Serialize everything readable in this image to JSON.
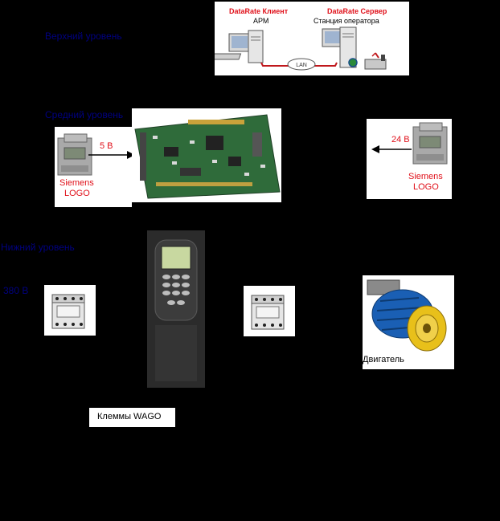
{
  "levels": {
    "top": "Верхний уровень",
    "middle": "Средний уровень",
    "bottom": "Нижний уровень"
  },
  "network": {
    "client_title": "DataRate Клиент",
    "client_sub": "АРМ",
    "server_title": "DataRate Сервер",
    "server_sub": "Станция оператора",
    "lan_label": "LAN"
  },
  "logo_left": {
    "voltage": "5 В",
    "label_line1": "Siemens",
    "label_line2": "LOGO"
  },
  "logo_right": {
    "voltage": "24 В",
    "label_line1": "Siemens",
    "label_line2": "LOGO"
  },
  "input_voltage": "380 В",
  "motor_label": "Двигатель",
  "terminals_label": "Клеммы WAGO",
  "colors": {
    "background": "#000000",
    "level_text": "#000080",
    "accent_red": "#e0101a",
    "motor_blue": "#1a5fb4",
    "pulley_yellow": "#e8c01a",
    "pcb_green": "#2f6b3a"
  },
  "icons": [
    "computer-icon",
    "server-icon",
    "lan-cloud-icon",
    "router-icon",
    "plc-module-icon",
    "contactor-icon",
    "frequency-inverter-icon",
    "electric-motor-icon",
    "pcb-board-icon"
  ]
}
